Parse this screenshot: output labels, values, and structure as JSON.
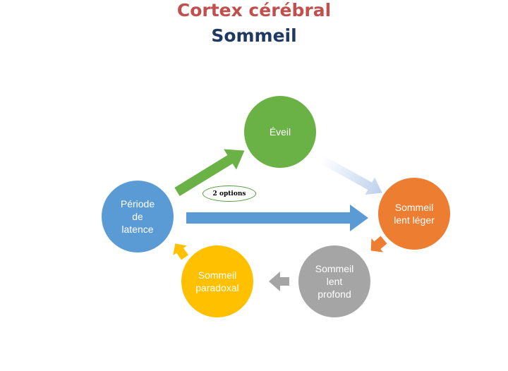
{
  "header": {
    "title": "Cortex cérébral",
    "subtitle": "Sommeil"
  },
  "colors": {
    "title": "#c0504d",
    "subtitle": "#1f3864",
    "eveil": "#6ab245",
    "latence": "#5b9bd5",
    "lent_leger": "#ed7d31",
    "lent_profond": "#a5a5a5",
    "paradoxal": "#ffc000"
  },
  "nodes": {
    "eveil": "Éveil",
    "latence": "Période\nde\nlatence",
    "lent_leger": "Sommeil\nlent léger",
    "lent_profond": "Sommeil\nlent\nprofond",
    "paradoxal": "Sommeil\nparadoxal"
  },
  "badge": "2 options"
}
